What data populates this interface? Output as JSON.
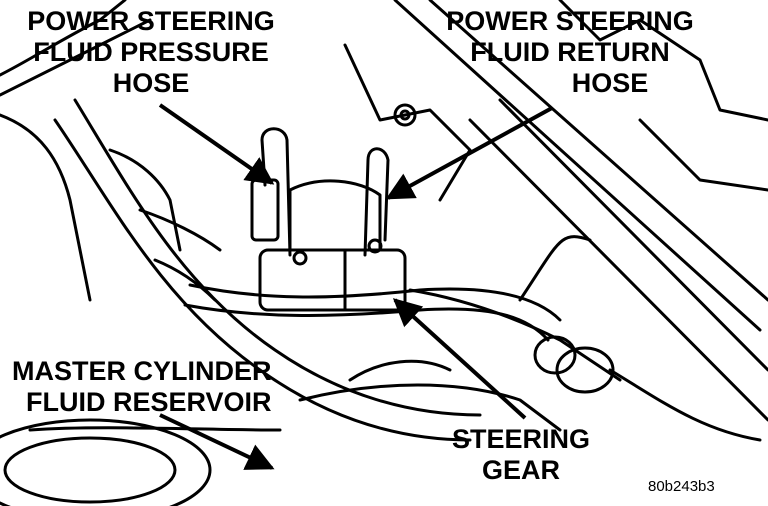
{
  "labels": {
    "pressure_hose": [
      "POWER STEERING",
      "FLUID PRESSURE",
      "HOSE"
    ],
    "return_hose": [
      "POWER STEERING",
      "FLUID RETURN",
      "HOSE"
    ],
    "master_cylinder": [
      "MASTER CYLINDER",
      "FLUID RESERVOIR"
    ],
    "steering_gear": [
      "STEERING",
      "GEAR"
    ]
  },
  "figure_id": "80b243b3"
}
